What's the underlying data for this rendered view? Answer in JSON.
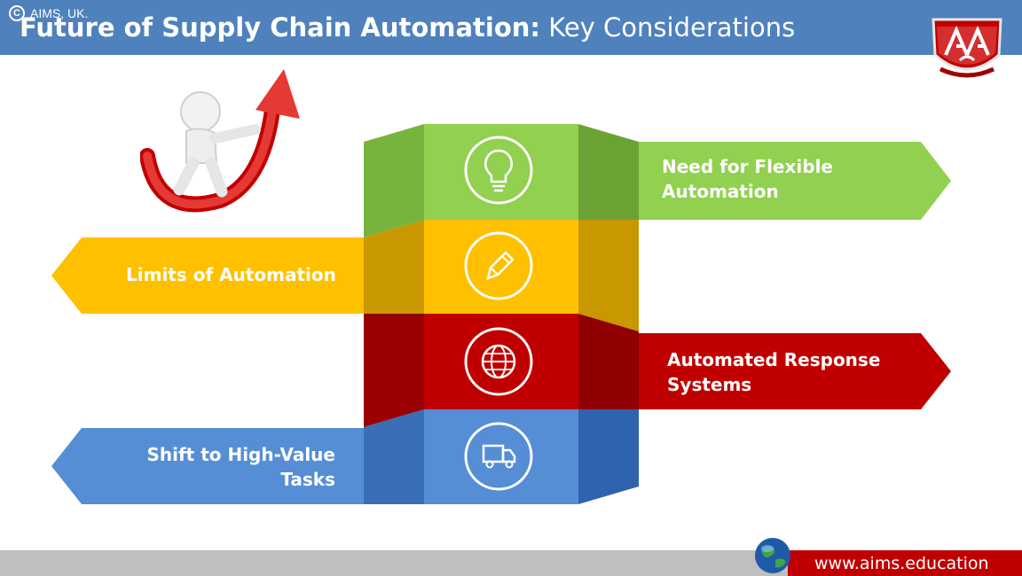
{
  "header": {
    "title_bold": "Future of Supply Chain Automation:",
    "title_light": "Key Considerations"
  },
  "steps": [
    {
      "label_line1": "Need for Flexible",
      "label_line2": "Automation",
      "icon": "lightbulb-icon",
      "color": "#92d050",
      "direction": "right"
    },
    {
      "label_line1": "Limits of Automation",
      "label_line2": "",
      "icon": "pencil-icon",
      "color": "#ffc000",
      "direction": "left"
    },
    {
      "label_line1": "Automated Response",
      "label_line2": "Systems",
      "icon": "globe-icon",
      "color": "#c00000",
      "direction": "right"
    },
    {
      "label_line1": "Shift to High-Value",
      "label_line2": "Tasks",
      "icon": "truck-icon",
      "color": "#558ed5",
      "direction": "left"
    }
  ],
  "footer": {
    "copyright": "AIMS, UK.",
    "url": "www.aims.education"
  },
  "colors": {
    "header": "#4f81bd",
    "footer": "#bfbfbf",
    "accent": "#c00000"
  }
}
